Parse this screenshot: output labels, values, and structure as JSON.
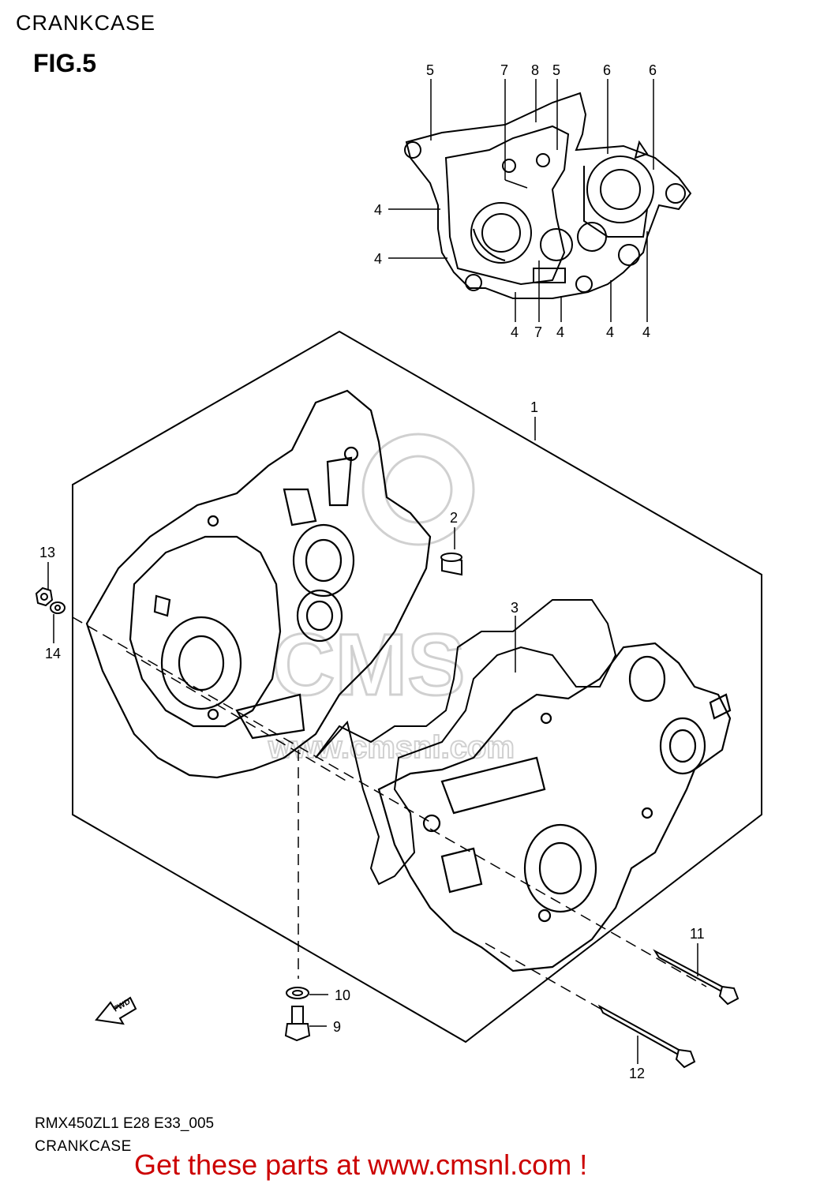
{
  "header": {
    "title": "CRANKCASE",
    "figure": "FIG.5"
  },
  "callouts": {
    "p1": "1",
    "p2": "2",
    "p3": "3",
    "p4a": "4",
    "p4b": "4",
    "p4c": "4",
    "p4d": "4",
    "p4e": "4",
    "p4f": "4",
    "p5a": "5",
    "p5b": "5",
    "p6a": "6",
    "p6b": "6",
    "p7a": "7",
    "p7b": "7",
    "p8": "8",
    "p9": "9",
    "p10": "10",
    "p11": "11",
    "p12": "12",
    "p13": "13",
    "p14": "14"
  },
  "watermark": {
    "text": "www.cmsnl.com",
    "logo": "CMS"
  },
  "fwd_arrow": "FWD",
  "footer": {
    "code": "RMX450ZL1 E28 E33_005",
    "title": "CRANKCASE",
    "cta": "Get these parts at www.cmsnl.com !",
    "cta_color": "#cc0000"
  }
}
